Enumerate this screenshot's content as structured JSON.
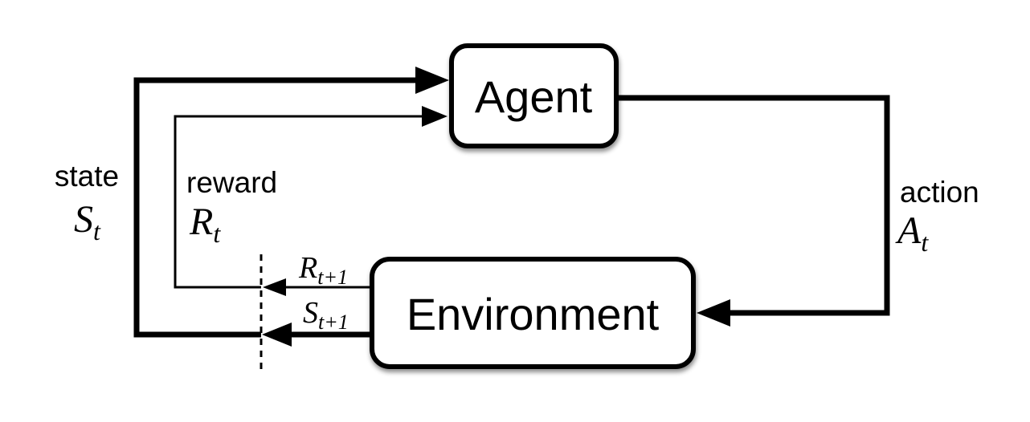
{
  "diagram": {
    "nodes": {
      "agent": {
        "label": "Agent"
      },
      "environment": {
        "label": "Environment"
      }
    },
    "labels": {
      "state": {
        "word": "state",
        "symbol": "S",
        "subscript": "t"
      },
      "reward": {
        "word": "reward",
        "symbol": "R",
        "subscript": "t"
      },
      "action": {
        "word": "action",
        "symbol": "A",
        "subscript": "t"
      },
      "next_reward": {
        "symbol": "R",
        "subscript": "t+1"
      },
      "next_state": {
        "symbol": "S",
        "subscript": "t+1"
      }
    },
    "colors": {
      "ink": "#000000",
      "background": "#ffffff"
    }
  }
}
